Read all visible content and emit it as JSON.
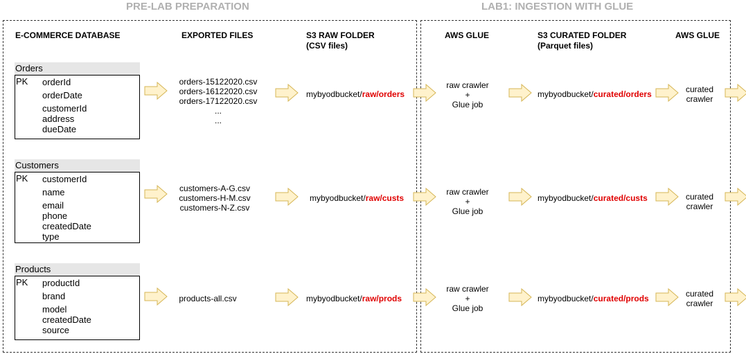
{
  "sections": {
    "prelab": "PRE-LAB PREPARATION",
    "lab1": "LAB1: INGESTION WITH GLUE"
  },
  "columns": {
    "db": "E-COMMERCE DATABASE",
    "exported": "EXPORTED FILES",
    "s3raw": "S3 RAW FOLDER",
    "s3raw_sub": "(CSV files)",
    "glue1": "AWS GLUE",
    "s3curated": "S3 CURATED FOLDER",
    "s3curated_sub": "(Parquet files)",
    "glue2": "AWS GLUE"
  },
  "tables": [
    {
      "name": "Orders",
      "pk": "PK",
      "fields": [
        "orderId",
        "orderDate",
        "customerId",
        "address",
        "dueDate"
      ]
    },
    {
      "name": "Customers",
      "pk": "PK",
      "fields": [
        "customerId",
        "name",
        "email",
        "phone",
        "createdDate",
        "type"
      ]
    },
    {
      "name": "Products",
      "pk": "PK",
      "fields": [
        "productId",
        "brand",
        "model",
        "createdDate",
        "source"
      ]
    }
  ],
  "files": [
    [
      "orders-15122020.csv",
      "orders-16122020.csv",
      "orders-17122020.csv",
      "...",
      "..."
    ],
    [
      "customers-A-G.csv",
      "customers-H-M.csv",
      "customers-N-Z.csv"
    ],
    [
      "products-all.csv"
    ]
  ],
  "bucket": "mybyodbucket/",
  "raw_paths": [
    "raw/orders",
    "raw/custs",
    "raw/prods"
  ],
  "glue_job": {
    "line1": "raw crawler",
    "line2": "+",
    "line3": "Glue job"
  },
  "curated_paths": [
    "curated/orders",
    "curated/custs",
    "curated/prods"
  ],
  "curated_crawler": {
    "line1": "curated",
    "line2": "crawler"
  },
  "colors": {
    "arrow_fill": "#fff2cc",
    "arrow_stroke": "#d6b656",
    "highlight": "#e00000",
    "section_title": "#b0b0b0"
  }
}
